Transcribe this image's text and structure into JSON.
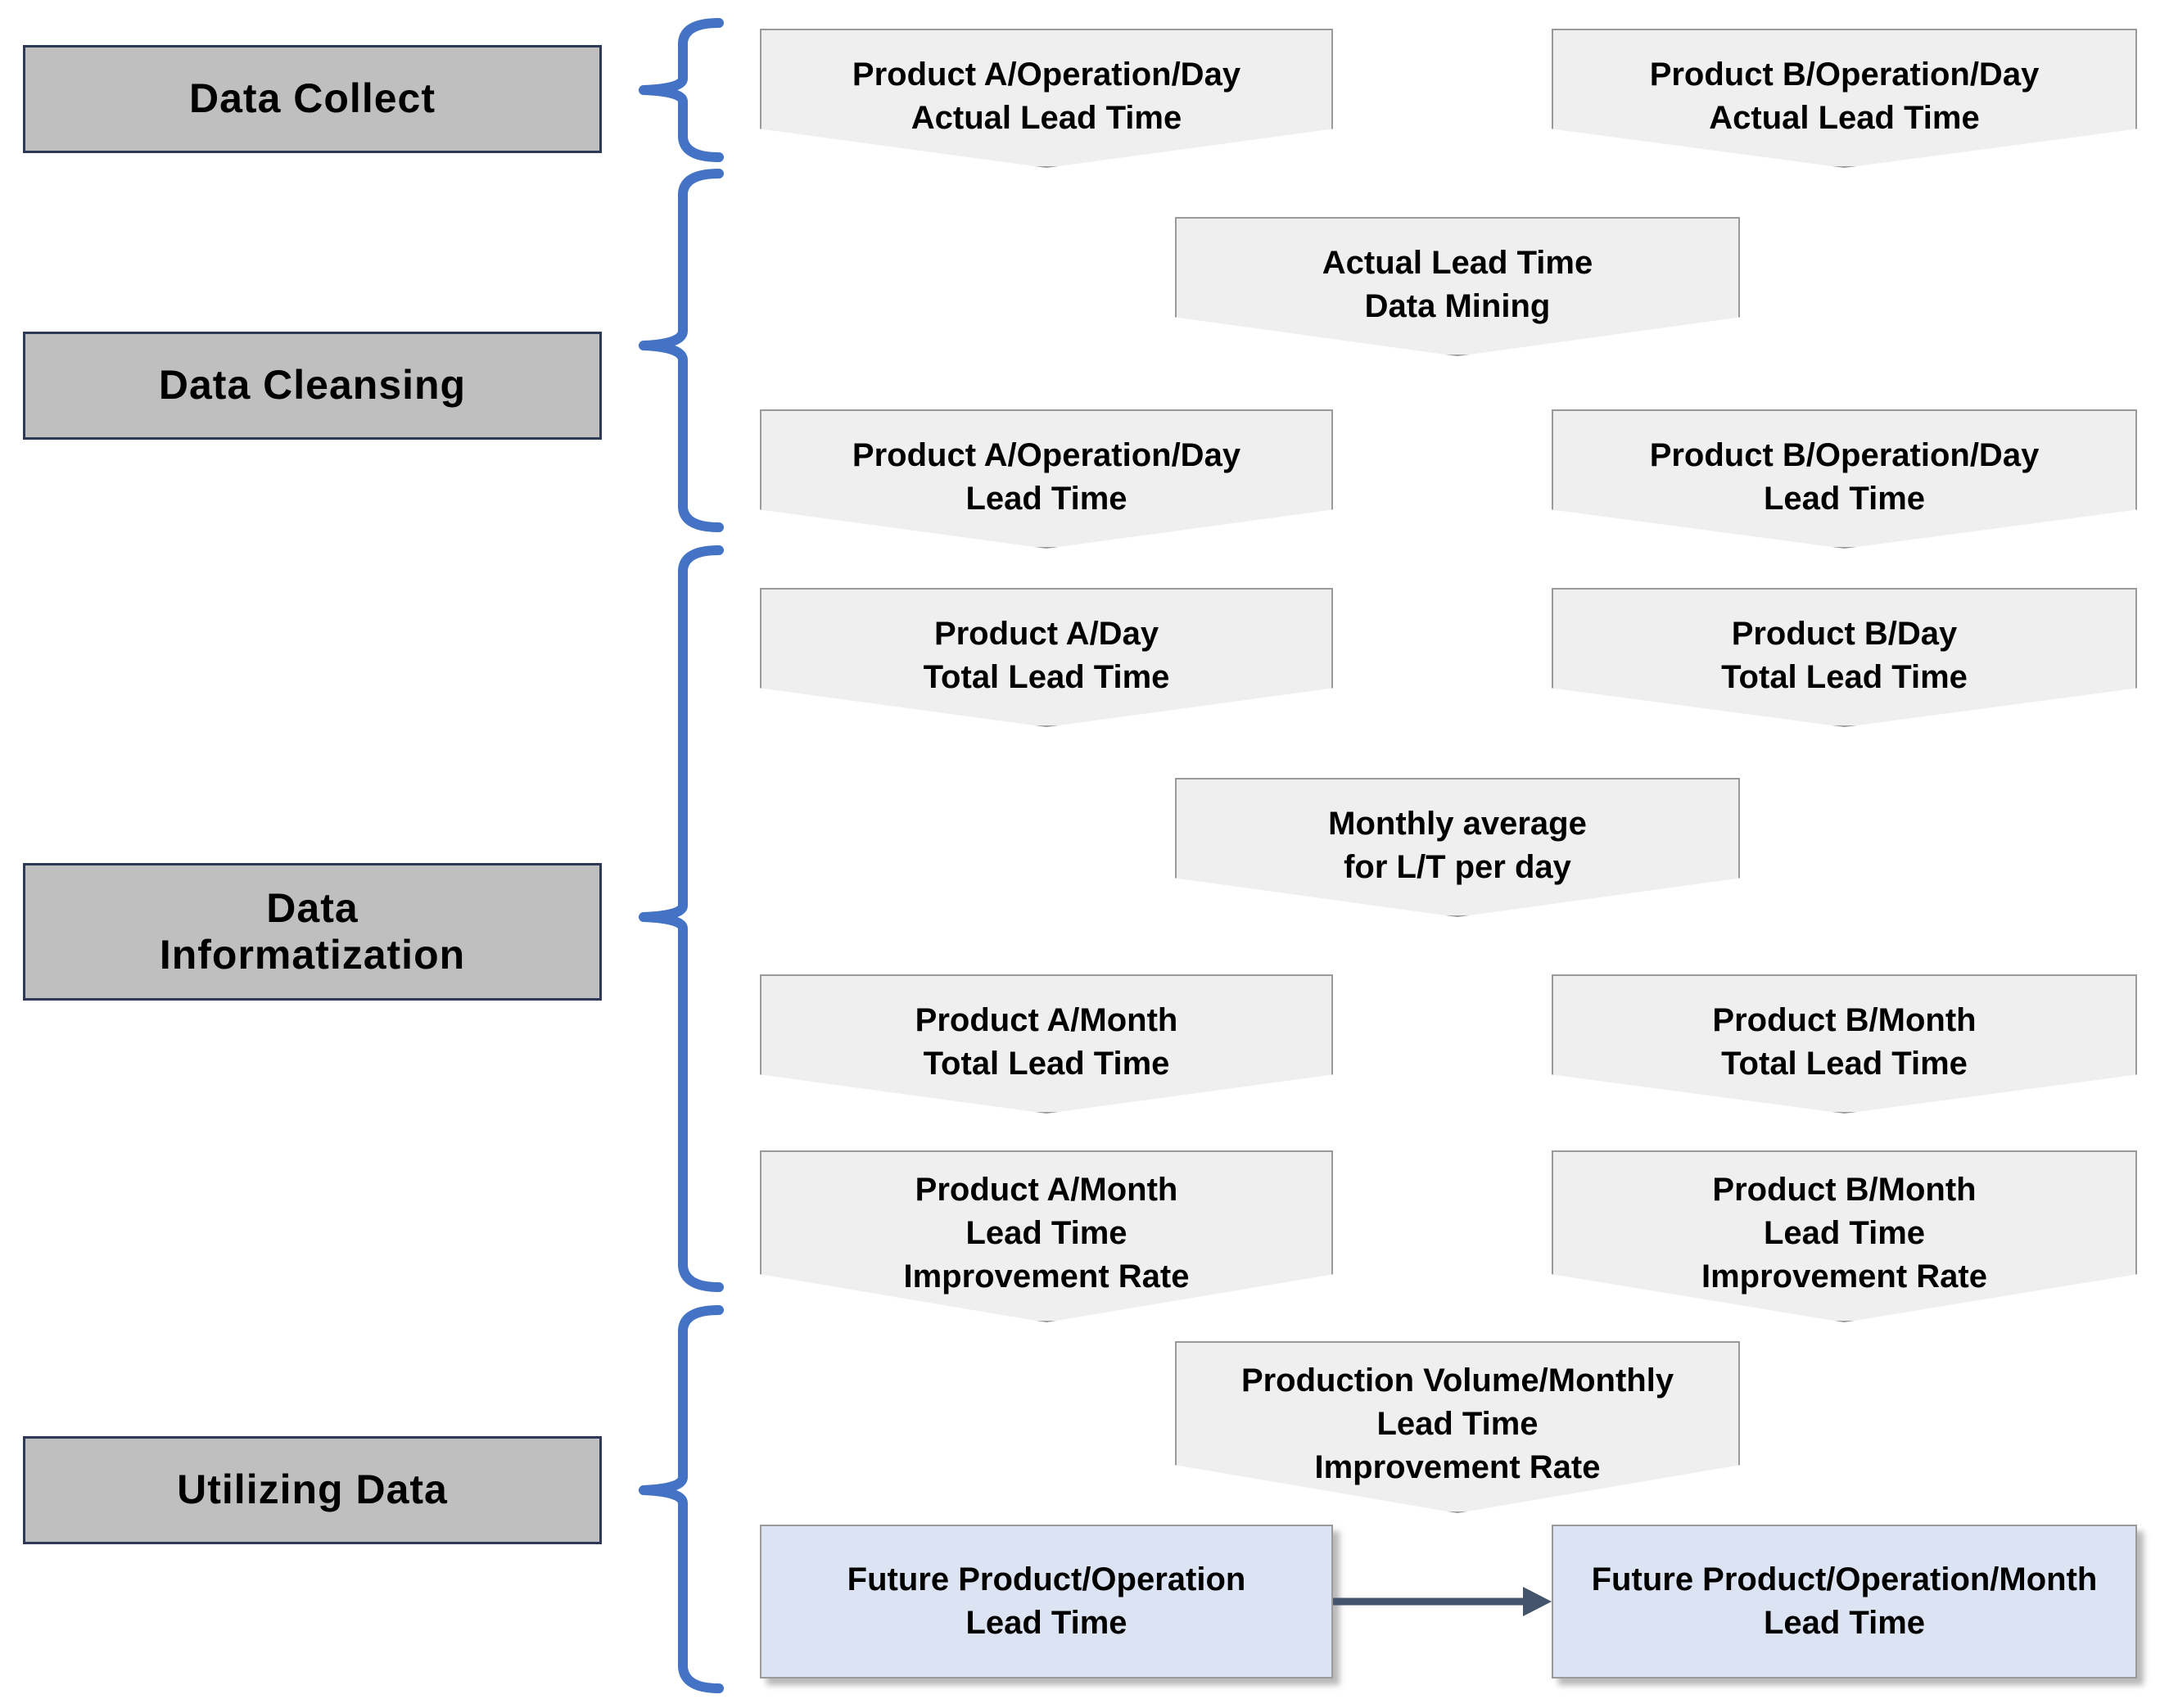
{
  "diagram": {
    "title": "Lead Time Data Pipeline Stages",
    "colors": {
      "stage_label_fill": "#bfbfbf",
      "stage_label_border": "#2e3a55",
      "card_fill": "#efefef",
      "card_border": "#9a9a9a",
      "future_card_fill": "#dce3f2",
      "brace_stroke": "#4472c4",
      "arrow_stroke": "#44546a"
    }
  },
  "stages": [
    {
      "id": "data-collect",
      "label": "Data Collect"
    },
    {
      "id": "data-cleansing",
      "label": "Data Cleansing"
    },
    {
      "id": "data-informatization",
      "label": "Data\nInformatization"
    },
    {
      "id": "utilizing-data",
      "label": "Utilizing Data"
    }
  ],
  "cards": [
    {
      "id": "product-a-operation-day-actual-lead-time",
      "text": "Product A/Operation/Day\nActual Lead Time",
      "shape": "chevron",
      "column": "left"
    },
    {
      "id": "product-b-operation-day-actual-lead-time",
      "text": "Product B/Operation/Day\nActual Lead Time",
      "shape": "chevron",
      "column": "right"
    },
    {
      "id": "actual-lead-time-data-mining",
      "text": "Actual Lead Time\nData Mining",
      "shape": "chevron",
      "column": "center"
    },
    {
      "id": "product-a-operation-day-lead-time",
      "text": "Product A/Operation/Day\nLead Time",
      "shape": "chevron",
      "column": "left"
    },
    {
      "id": "product-b-operation-day-lead-time",
      "text": "Product B/Operation/Day\nLead Time",
      "shape": "chevron",
      "column": "right"
    },
    {
      "id": "product-a-day-total-lead-time",
      "text": "Product A/Day\nTotal Lead Time",
      "shape": "chevron",
      "column": "left"
    },
    {
      "id": "product-b-day-total-lead-time",
      "text": "Product B/Day\nTotal Lead Time",
      "shape": "chevron",
      "column": "right"
    },
    {
      "id": "monthly-average-lt-per-day",
      "text": "Monthly average\nfor L/T per day",
      "shape": "chevron",
      "column": "center"
    },
    {
      "id": "product-a-month-total-lead-time",
      "text": "Product A/Month\nTotal Lead Time",
      "shape": "chevron",
      "column": "left"
    },
    {
      "id": "product-b-month-total-lead-time",
      "text": "Product B/Month\nTotal Lead Time",
      "shape": "chevron",
      "column": "right"
    },
    {
      "id": "product-a-month-lead-time-improvement-rate",
      "text": "Product A/Month\nLead Time\nImprovement Rate",
      "shape": "chevron",
      "column": "left"
    },
    {
      "id": "product-b-month-lead-time-improvement-rate",
      "text": "Product B/Month\nLead Time\nImprovement Rate",
      "shape": "chevron",
      "column": "right"
    },
    {
      "id": "production-volume-monthly-lead-time-improvement-rate",
      "text": "Production Volume/Monthly\nLead Time\nImprovement Rate",
      "shape": "chevron",
      "column": "center"
    },
    {
      "id": "future-product-operation-lead-time",
      "text": "Future Product/Operation\nLead Time",
      "shape": "rect",
      "column": "left"
    },
    {
      "id": "future-product-operation-month-lead-time",
      "text": "Future Product/Operation/Month\nLead Time",
      "shape": "rect",
      "column": "right"
    }
  ],
  "connections": [
    {
      "id": "future-operation-to-month",
      "from": "future-product-operation-lead-time",
      "to": "future-product-operation-month-lead-time",
      "type": "arrow"
    }
  ]
}
